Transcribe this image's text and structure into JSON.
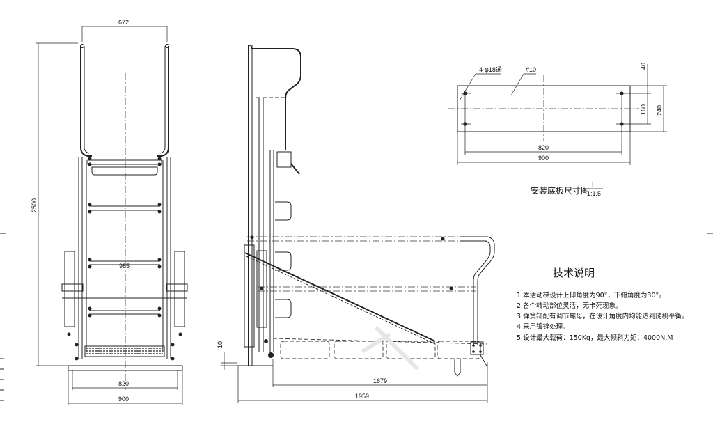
{
  "front_view": {
    "dims": {
      "top_width": "672",
      "height": "2500",
      "mid_width": "985",
      "base_inner": "820",
      "base_outer": "900"
    }
  },
  "side_view": {
    "dims": {
      "base_offset": "10",
      "reach_inner": "1679",
      "reach_outer": "1959"
    }
  },
  "base_plate": {
    "hole_label": "4-φ18通",
    "thickness_label": "#10",
    "dims": {
      "edge": "40",
      "hole_spacing_v": "160",
      "height": "240",
      "hole_spacing_h": "820",
      "width": "900"
    },
    "caption": "安装底板尺寸图",
    "view_id": "I",
    "scale": "1:1.5"
  },
  "tech_notes": {
    "title": "技术说明",
    "items": [
      "1  本活动梯设计上仰角度为90°，下俯角度为30°。",
      "2  各个转动部位灵活，无卡死现象。",
      "3  弹簧缸配有调节螺母，在设计角度内均能达到随机平衡。",
      "4  采用镀锌处理。",
      "5  设计最大载荷：150Kg，最大倾斜力矩：4000N.M"
    ]
  }
}
